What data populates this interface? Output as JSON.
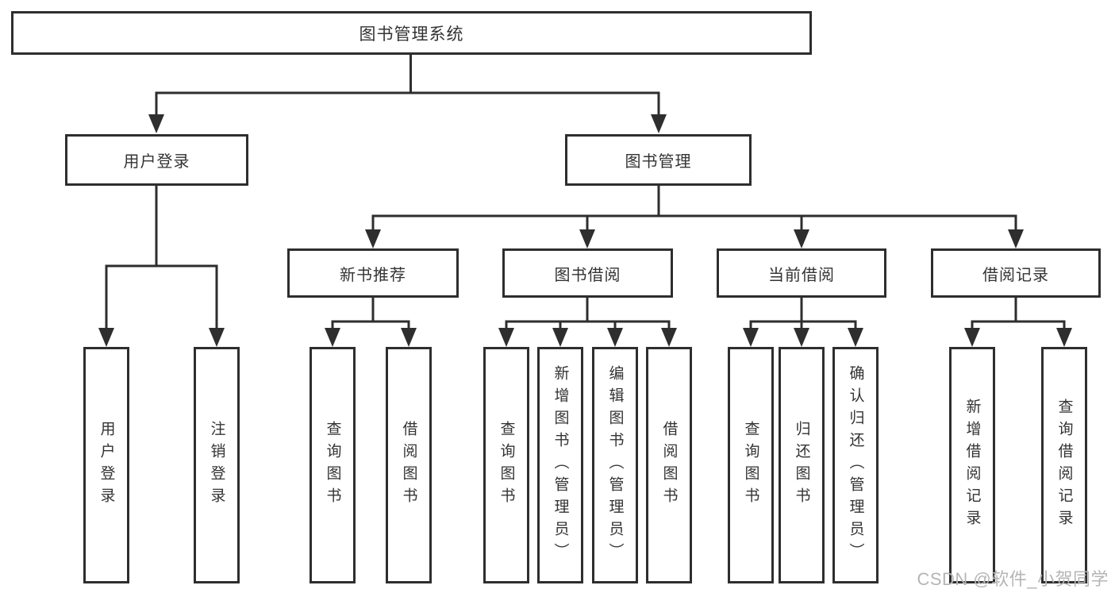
{
  "diagram": {
    "root": {
      "label": "图书管理系统"
    },
    "level2": [
      {
        "label": "用户登录"
      },
      {
        "label": "图书管理"
      }
    ],
    "level3": [
      {
        "label": "新书推荐"
      },
      {
        "label": "图书借阅"
      },
      {
        "label": "当前借阅"
      },
      {
        "label": "借阅记录"
      }
    ],
    "leaves": {
      "user_login": [
        "用户登录",
        "注销登录"
      ],
      "new_book_recommend": [
        "查询图书",
        "借阅图书"
      ],
      "book_borrow": [
        "查询图书",
        "新增图书（管理员）",
        "编辑图书（管理员）",
        "借阅图书"
      ],
      "current_borrow": [
        "查询图书",
        "归还图书",
        "确认归还（管理员）"
      ],
      "borrow_record": [
        "新增借阅记录",
        "查询借阅记录"
      ]
    }
  },
  "watermark": "CSDN @软件_小贺同学",
  "colors": {
    "line": "#2e2e2e",
    "text": "#333333",
    "watermark": "#b5b5b5",
    "background": "#ffffff"
  }
}
